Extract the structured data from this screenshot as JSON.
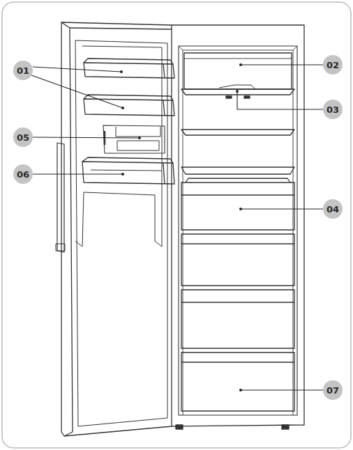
{
  "diagram": {
    "labels": [
      "01",
      "02",
      "03",
      "05",
      "06",
      "04",
      "07"
    ]
  }
}
